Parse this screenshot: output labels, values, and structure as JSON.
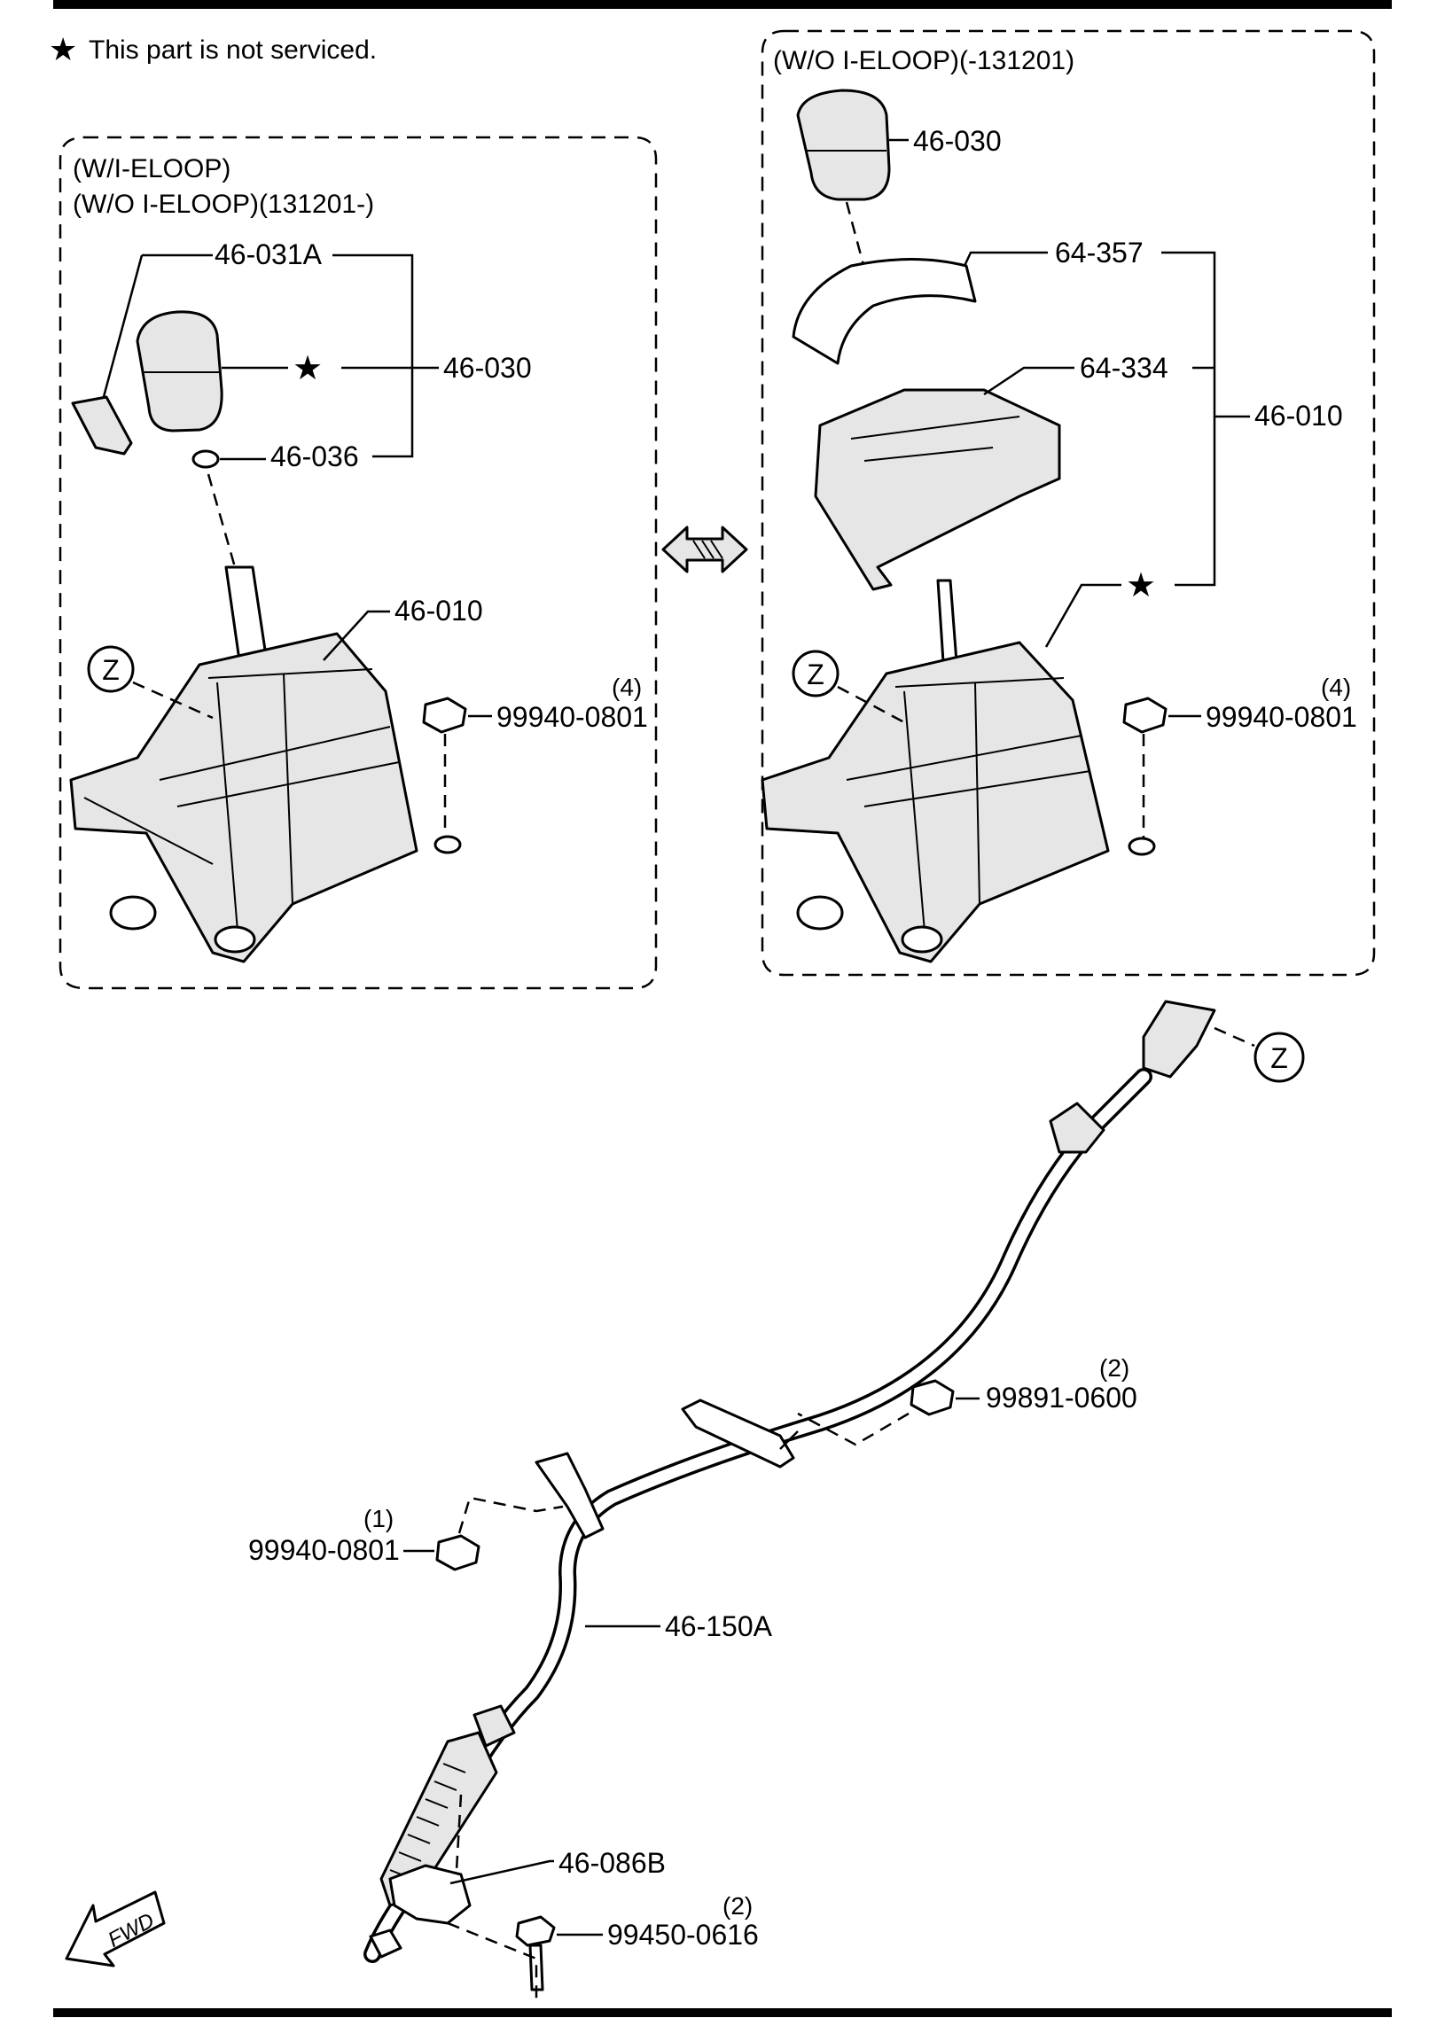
{
  "note": {
    "star": "★",
    "text": "This part is not serviced."
  },
  "left_box": {
    "caption_line1": "(W/I-ELOOP)",
    "caption_line2": "(W/O I-ELOOP)(131201-)"
  },
  "right_box": {
    "caption": "(W/O I-ELOOP)(-131201)"
  },
  "callouts": {
    "left_knob_set": "46-031A",
    "left_knob": "46-030",
    "left_ring": "46-036",
    "left_shifter": "46-010",
    "left_nut": "99940-0801",
    "left_nut_qty": "(4)",
    "right_knob": "46-030",
    "right_cover": "64-357",
    "right_panel": "64-334",
    "right_shifter": "46-010",
    "right_nut": "99940-0801",
    "right_nut_qty": "(4)",
    "cable": "46-150A",
    "cable_nut_right": "99891-0600",
    "cable_nut_right_qty": "(2)",
    "cable_nut_left": "99940-0801",
    "cable_nut_left_qty": "(1)",
    "bracket": "46-086B",
    "bolt": "99450-0616",
    "bolt_qty": "(2)"
  },
  "markers": {
    "z": "Z",
    "star": "★",
    "fwd": "FWD"
  },
  "colors": {
    "line": "#000000",
    "background": "#ffffff",
    "part_shade": "#e6e6e6"
  }
}
